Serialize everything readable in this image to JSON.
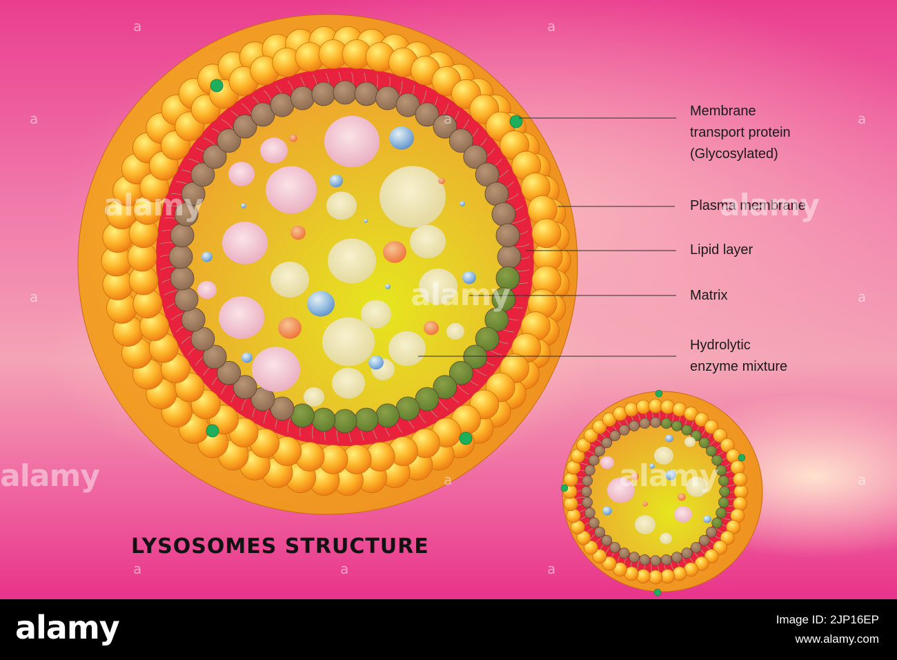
{
  "title": "LYSOSOMES STRUCTURE",
  "labels": [
    {
      "id": "membrane-transport-protein",
      "text": "Membrane\ntransport protein\n(Glycosylated)"
    },
    {
      "id": "plasma-membrane",
      "text": "Plasma membrane"
    },
    {
      "id": "lipid-layer",
      "text": "Lipid layer"
    },
    {
      "id": "matrix",
      "text": "Matrix"
    },
    {
      "id": "hydrolytic-enzyme-mixture",
      "text": "Hydrolytic\nenzyme mixture"
    }
  ],
  "watermark": {
    "text": "alamy",
    "small_mark": "a"
  },
  "footer": {
    "brand": "alamy",
    "image_id": "Image ID: 2JP16EP",
    "site": "www.alamy.com"
  },
  "colors": {
    "background_pink": "#ea3e8f",
    "outer_shell": "#f29a22",
    "phospholipid_head": "#fdb52a",
    "red_band": "#e8213c",
    "inner_bead": "#9d7a5b",
    "matrix": "#e0b524",
    "transport_protein": "#1fae5c",
    "enzyme_blue": "#7fb3e6",
    "enzyme_orange": "#f07a3a",
    "enzyme_pale": "#f4c6d8"
  }
}
